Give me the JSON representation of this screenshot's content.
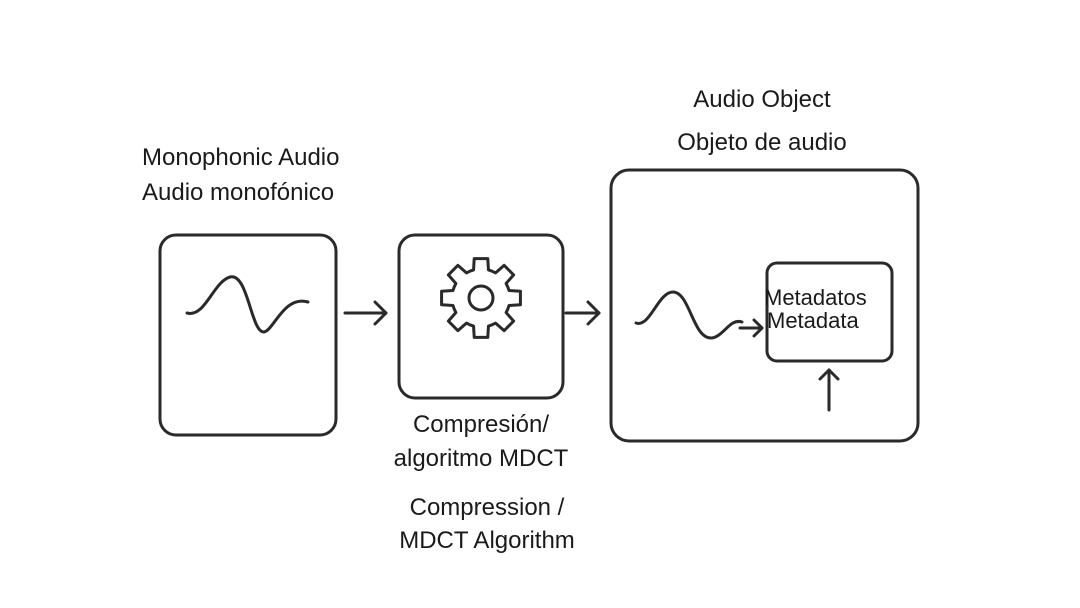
{
  "labels": {
    "mono_en": "Monophonic Audio",
    "mono_es": "Audio monofónico",
    "object_en": "Audio Object",
    "object_es": "Objeto de audio",
    "compression_es_line1": "Compresión/",
    "compression_es_line2": "algoritmo MDCT",
    "compression_en_line1": "Compression /",
    "compression_en_line2": "MDCT Algorithm",
    "metadata_es": "Metadatos",
    "metadata_en": "Metadata"
  },
  "icons": {
    "mono_waveform": "waveform-icon",
    "processor": "gear-icon",
    "object_waveform": "waveform-icon"
  },
  "colors": {
    "stroke": "#2a2a2a",
    "text": "#1a1a1a",
    "background": "#ffffff"
  }
}
